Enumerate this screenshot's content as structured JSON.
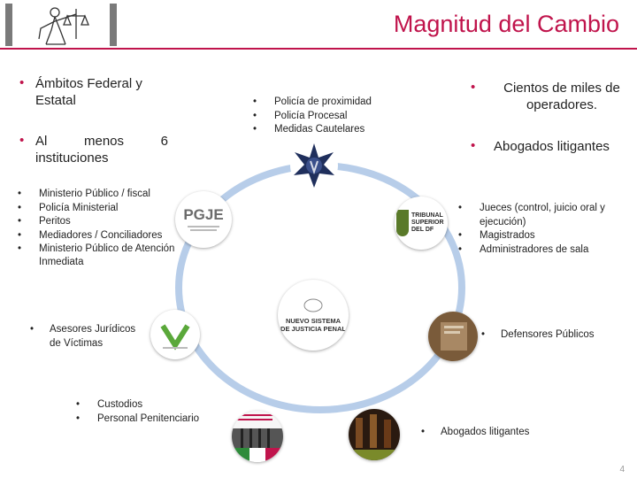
{
  "header": {
    "title": "Magnitud del Cambio"
  },
  "left": {
    "bullet1": {
      "line1": "Ámbitos Federal y",
      "line2": "Estatal"
    },
    "bullet2": {
      "w1": "Al",
      "w2": "menos",
      "w3": "6",
      "line2": "instituciones"
    },
    "list1": [
      "Ministerio Público / fiscal",
      "Policía Ministerial",
      "Peritos",
      "Mediadores / Conciliadores",
      "Ministerio Público de Atención",
      "Inmediata"
    ],
    "asesores": {
      "line1": "Asesores Jurídicos",
      "line2": "de Víctimas"
    },
    "custodios": [
      "Custodios",
      "Personal Penitenciario"
    ]
  },
  "center": {
    "policia": [
      "Policía de proximidad",
      "Policía Procesal",
      "Medidas Cautelares"
    ],
    "emblem_pgje": "PGJE",
    "center_logo": {
      "line1": "NUEVO SISTEMA",
      "line2": "DE JUSTICIA PENAL"
    },
    "tribunal": {
      "line1": "TRIBUNAL",
      "line2": "SUPERIOR",
      "line3": "DEL DF"
    }
  },
  "right": {
    "cientos": {
      "line1": "Cientos de miles de",
      "line2": "operadores."
    },
    "abogados_top": "Abogados litigantes",
    "jueces": [
      "Jueces (control, juicio oral y",
      "ejecución)",
      "Magistrados",
      "Administradores de sala"
    ],
    "defensores": "Defensores Públicos",
    "abogados_bottom": "Abogados litigantes"
  },
  "footer": {
    "page": "4"
  },
  "colors": {
    "accent": "#c0144c",
    "ring": "#a9c4e6"
  }
}
